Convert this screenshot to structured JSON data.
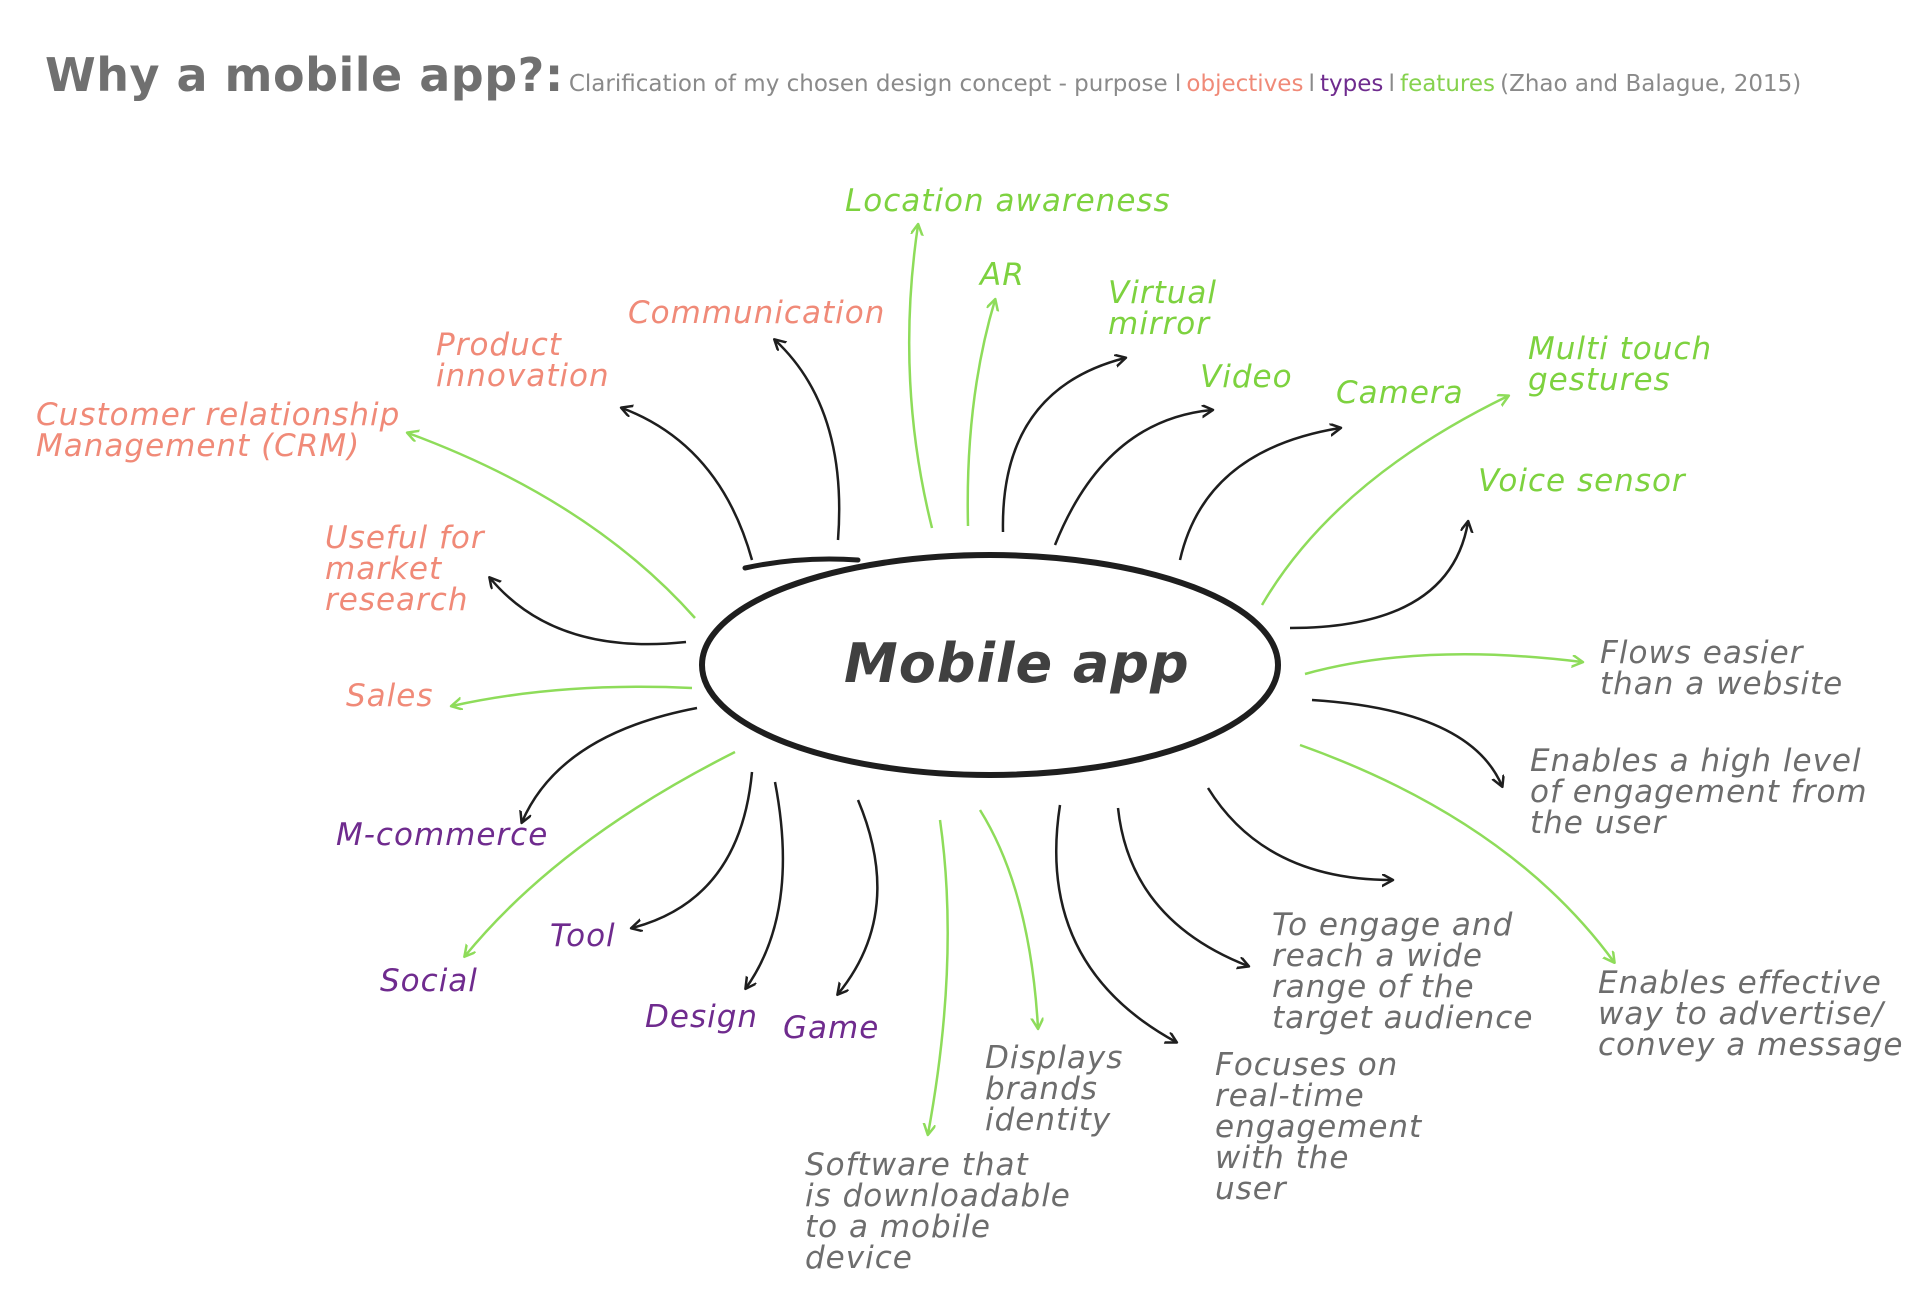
{
  "header": {
    "title": "Why a mobile app?:",
    "subtitle_prefix": "Clarification of my chosen design concept  - purpose l",
    "subtitle_objectives": "objectives",
    "sep1": "l",
    "subtitle_types": "types",
    "sep2": "l",
    "subtitle_features": "features",
    "subtitle_citation": "(Zhao and Balague, 2015)"
  },
  "center": "Mobile app",
  "colors": {
    "objectives": "#f08a78",
    "types": "#6f2b8e",
    "features": "#7dd23f",
    "purpose": "#6d6d6d",
    "black_arrow": "#1e1e1e",
    "green_arrow": "#8edc5a",
    "title": "#707070"
  },
  "labels": {
    "objectives": {
      "crm": [
        "Customer relationship",
        "Management (CRM)"
      ],
      "product": [
        "Product",
        "innovation"
      ],
      "communication": [
        "Communication"
      ],
      "market": [
        "Useful for",
        "market",
        "research"
      ],
      "sales": [
        "Sales"
      ]
    },
    "types": {
      "mcommerce": [
        "M-commerce"
      ],
      "tool": [
        "Tool"
      ],
      "social": [
        "Social"
      ],
      "design": [
        "Design"
      ],
      "game": [
        "Game"
      ]
    },
    "features": {
      "location": [
        "Location awareness"
      ],
      "ar": [
        "AR"
      ],
      "mirror": [
        "Virtual",
        "mirror"
      ],
      "video": [
        "Video"
      ],
      "camera": [
        "Camera"
      ],
      "multitouch": [
        "Multi touch",
        "gestures"
      ],
      "voice": [
        "Voice sensor"
      ]
    },
    "purposes": {
      "flows": [
        "Flows easier",
        "than a website"
      ],
      "engagement": [
        "Enables a high level",
        "of engagement from",
        "the user"
      ],
      "reach": [
        "To  engage and",
        "reach a wide",
        "range of the",
        "target audience"
      ],
      "advertise": [
        "Enables effective",
        "way to advertise/",
        "convey a message"
      ],
      "realtime": [
        "Focuses on",
        "real-time",
        "engagement",
        "with the",
        "user"
      ],
      "brand": [
        "Displays",
        "brands",
        "identity"
      ],
      "software": [
        "Software that",
        "is downloadable",
        "to a mobile",
        "device"
      ]
    }
  }
}
